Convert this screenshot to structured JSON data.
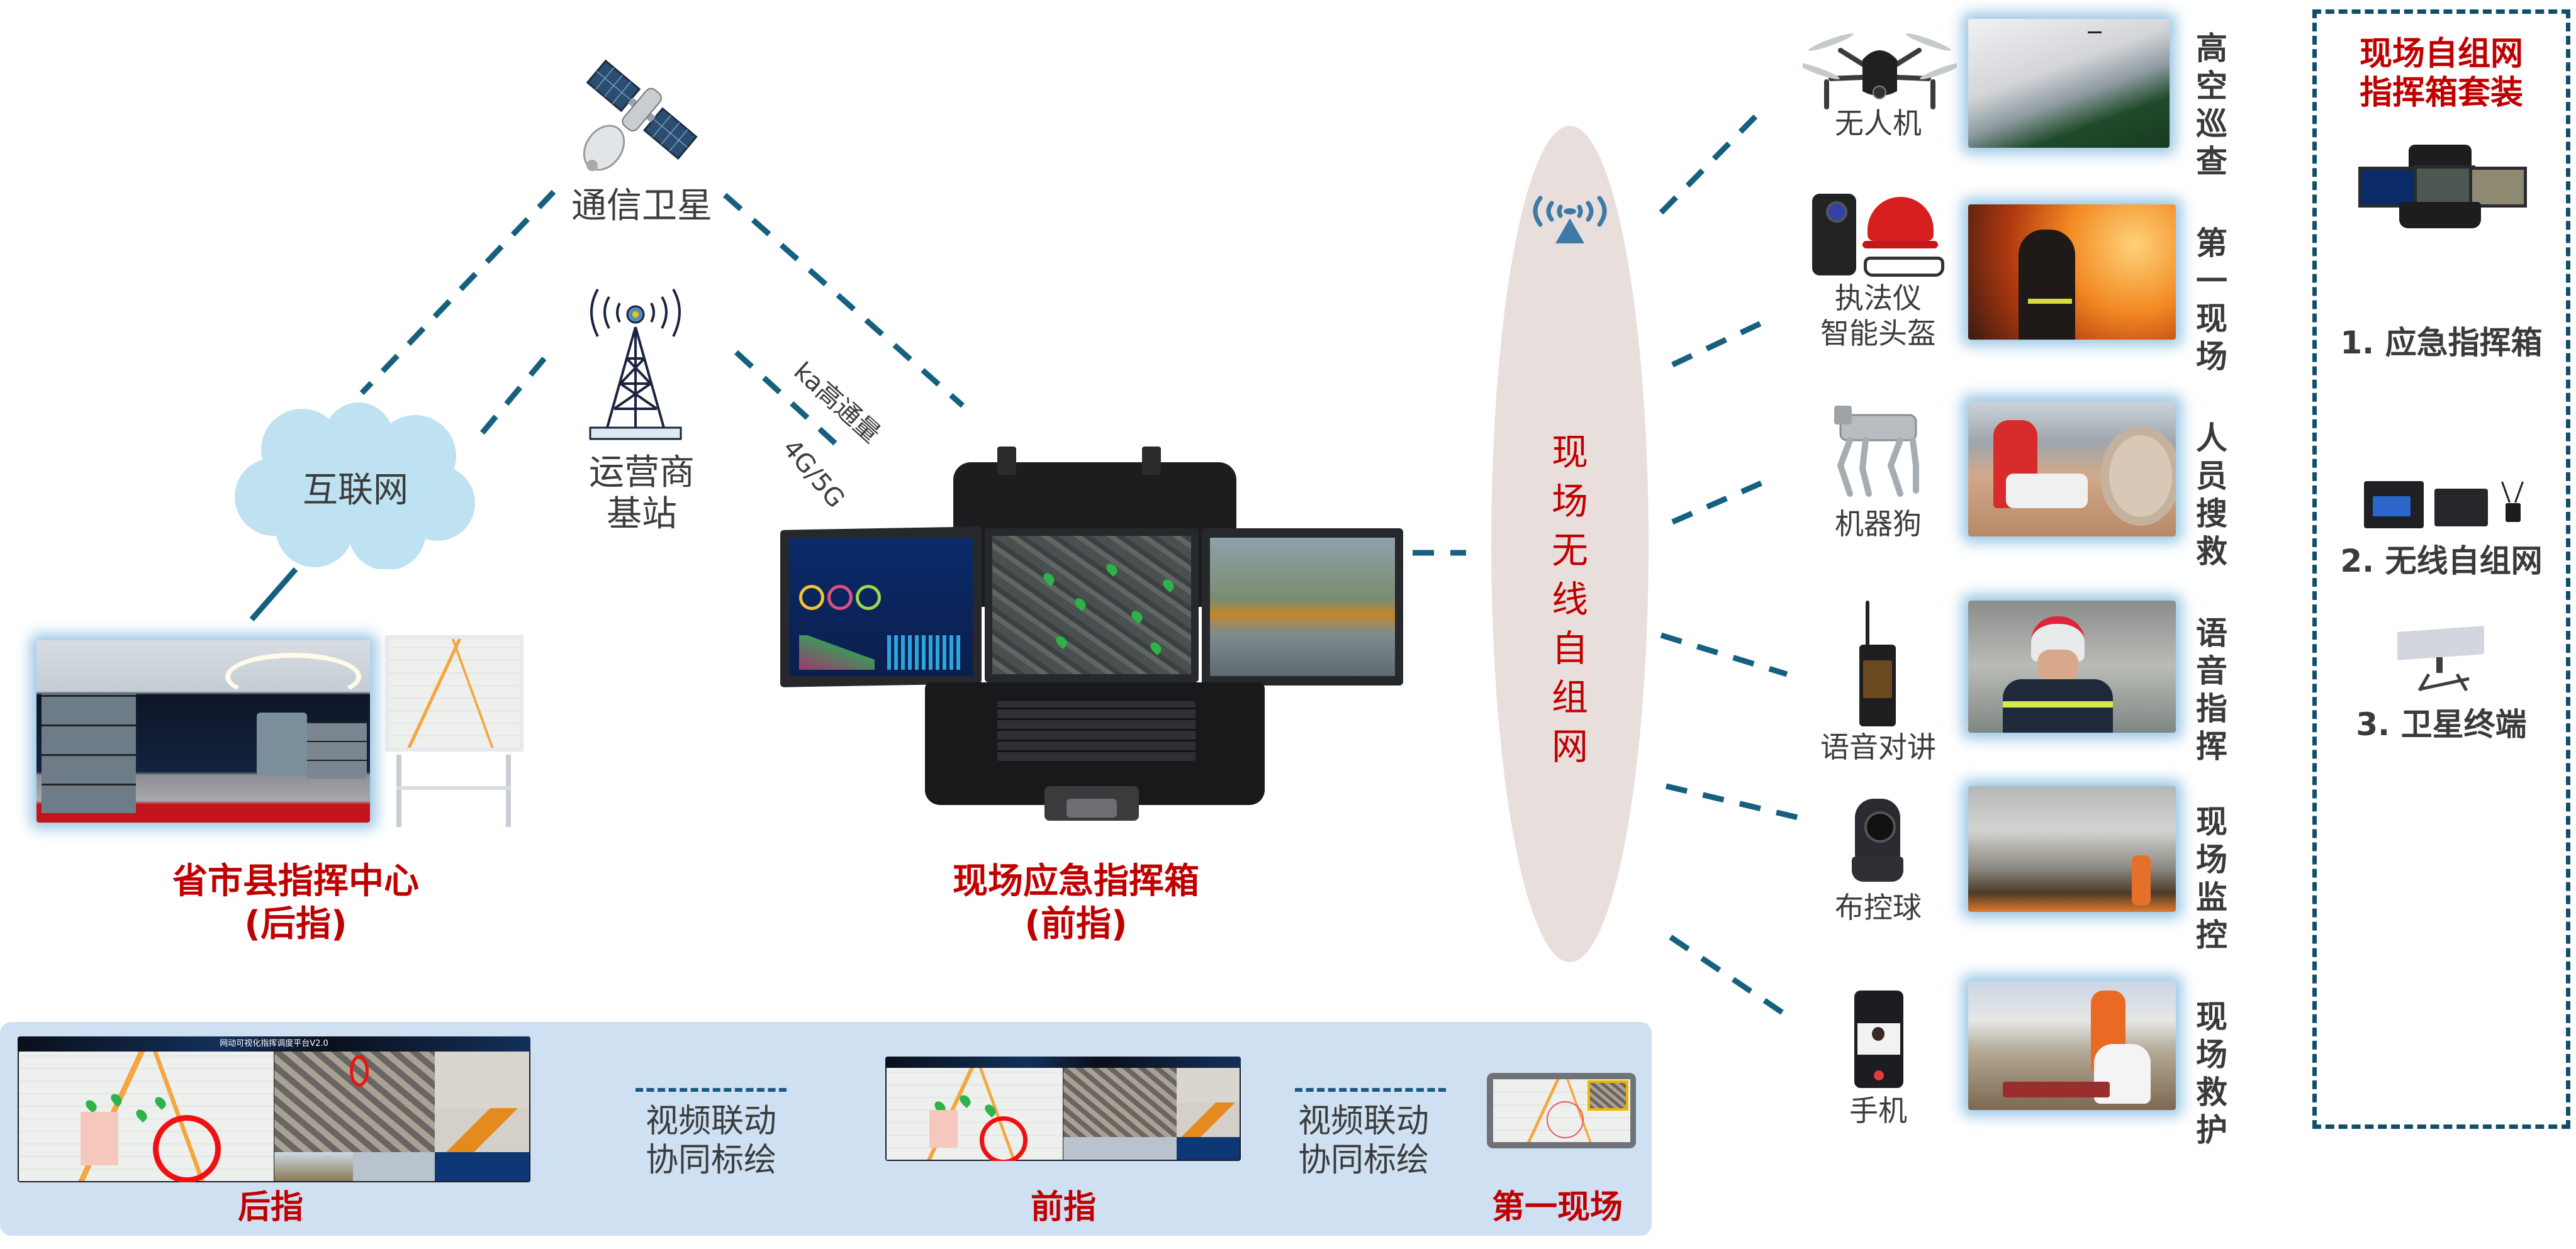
{
  "colors": {
    "connector": "#16607f",
    "title_red": "#c00000",
    "label_gray": "#3c3c3c",
    "cloud": "#bfe2f2",
    "ellipse": "#e8dfdd",
    "panel": "#cfe0f3",
    "kit_border": "#104f6b"
  },
  "network": {
    "satellite": {
      "label": "通信卫星",
      "icon": "satellite-icon"
    },
    "tower": {
      "label_line1": "运营商",
      "label_line2": "基站",
      "icon": "cell-tower-icon"
    },
    "internet": {
      "label": "互联网",
      "icon": "cloud-icon"
    },
    "link_ka": "ka高通量",
    "link_4g5g": "4G/5G"
  },
  "rear_command": {
    "title": "省市县指挥中心",
    "subtitle": "(后指)"
  },
  "front_command": {
    "title": "现场应急指挥箱",
    "subtitle": "(前指)"
  },
  "wireless": {
    "label_chars": [
      "现",
      "场",
      "无",
      "线",
      "自",
      "组",
      "网"
    ],
    "icon": "antenna-signal-icon"
  },
  "devices": [
    {
      "name": "无人机",
      "name2": "",
      "icon": "drone-icon",
      "scene": "forest-smoke-photo",
      "function": "高空巡查"
    },
    {
      "name": "执法仪",
      "name2": "智能头盔",
      "icon": "bodycam-helmet-icon",
      "scene": "firefighter-photo",
      "function": "第一现场"
    },
    {
      "name": "机器狗",
      "name2": "",
      "icon": "robot-dog-icon",
      "scene": "rescue-robot-photo",
      "function": "人员搜救"
    },
    {
      "name": "语音对讲",
      "name2": "",
      "icon": "walkie-talkie-icon",
      "scene": "radio-commander-photo",
      "function": "语音指挥"
    },
    {
      "name": "布控球",
      "name2": "",
      "icon": "ptz-camera-icon",
      "scene": "forest-fire-photo",
      "function": "现场监控"
    },
    {
      "name": "手机",
      "name2": "",
      "icon": "phone-icon",
      "scene": "field-rescue-photo",
      "function": "现场救护"
    }
  ],
  "kit": {
    "title_line1": "现场自组网",
    "title_line2": "指挥箱套装",
    "items": [
      {
        "label": "1. 应急指挥箱",
        "icon": "command-case-icon"
      },
      {
        "label": "2. 无线自组网",
        "icon": "mesh-radio-icon"
      },
      {
        "label": "3. 卫星终端",
        "icon": "satellite-terminal-icon"
      }
    ]
  },
  "bottom": {
    "screen_title": "网动可视化指挥调度平台V2.0",
    "rear_label": "后指",
    "front_label": "前指",
    "field_label": "第一现场",
    "link_line1": "视频联动",
    "link_line2": "协同标绘"
  }
}
